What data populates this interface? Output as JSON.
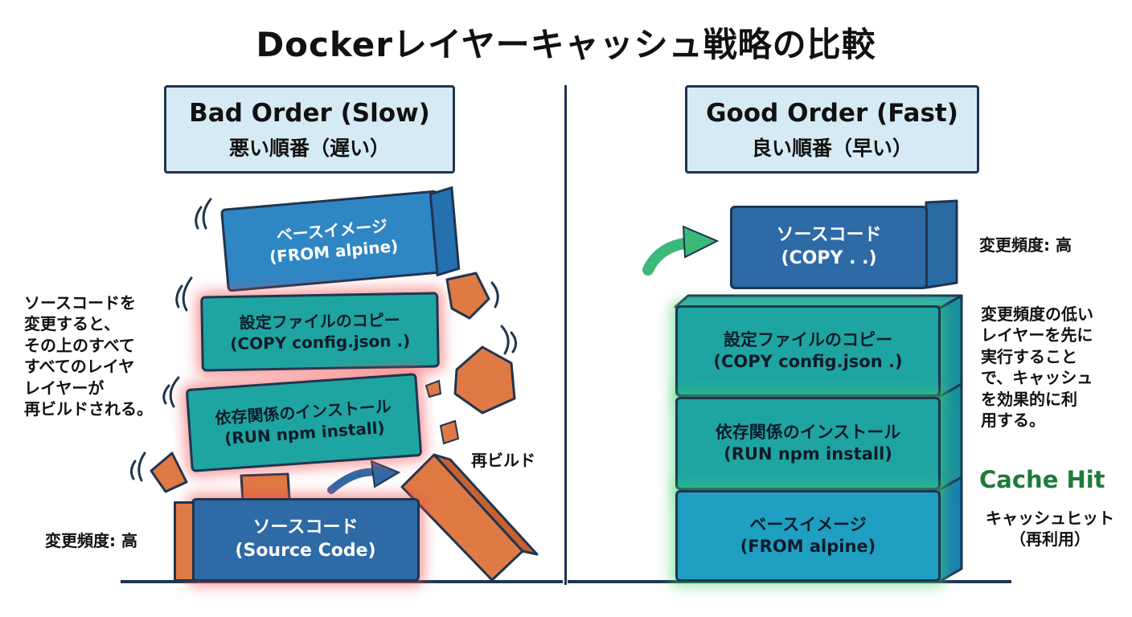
{
  "title": "Dockerレイヤーキャッシュ戦略の比較",
  "bad": {
    "header_en": "Bad Order (Slow)",
    "header_ja": "悪い順番（遅い）",
    "layers": [
      {
        "name": "ベースイメージ",
        "cmd": "(FROM alpine)"
      },
      {
        "name": "設定ファイルのコピー",
        "cmd": "(COPY config.json .)"
      },
      {
        "name": "依存関係のインストール",
        "cmd": "(RUN npm install)"
      },
      {
        "name": "ソースコード",
        "cmd": "(Source Code)"
      }
    ],
    "note_lines": [
      "ソースコードを",
      "変更すると、",
      "その上のすべて",
      "すべてのレイヤ",
      "レイヤーが",
      "再ビルドされる。"
    ],
    "frequency": "変更頻度: 高",
    "rebuild": "再ビルド"
  },
  "good": {
    "header_en": "Good Order (Fast)",
    "header_ja": "良い順番（早い）",
    "layers": [
      {
        "name": "ソースコード",
        "cmd": "(COPY . .)"
      },
      {
        "name": "設定ファイルのコピー",
        "cmd": "(COPY config.json .)"
      },
      {
        "name": "依存関係のインストール",
        "cmd": "(RUN npm install)"
      },
      {
        "name": "ベースイメージ",
        "cmd": "(FROM alpine)"
      }
    ],
    "frequency": "変更頻度: 高",
    "note_lines": [
      "変更頻度の低い",
      "レイヤーを先に",
      "実行すること",
      "で、キャッシュ",
      "を効果的に利",
      "用する。"
    ],
    "cache_hit": "Cache Hit",
    "cache_hit_ja_lines": [
      "キャッシュヒット",
      "（再利用）"
    ]
  },
  "colors": {
    "navy": "#1f3550",
    "blue": "#2f86c4",
    "teal": "#1fa5a1",
    "orange": "#e07a45",
    "red_glow": "#f05050",
    "green_glow": "#46d26e",
    "green_arrow": "#3cb878"
  }
}
